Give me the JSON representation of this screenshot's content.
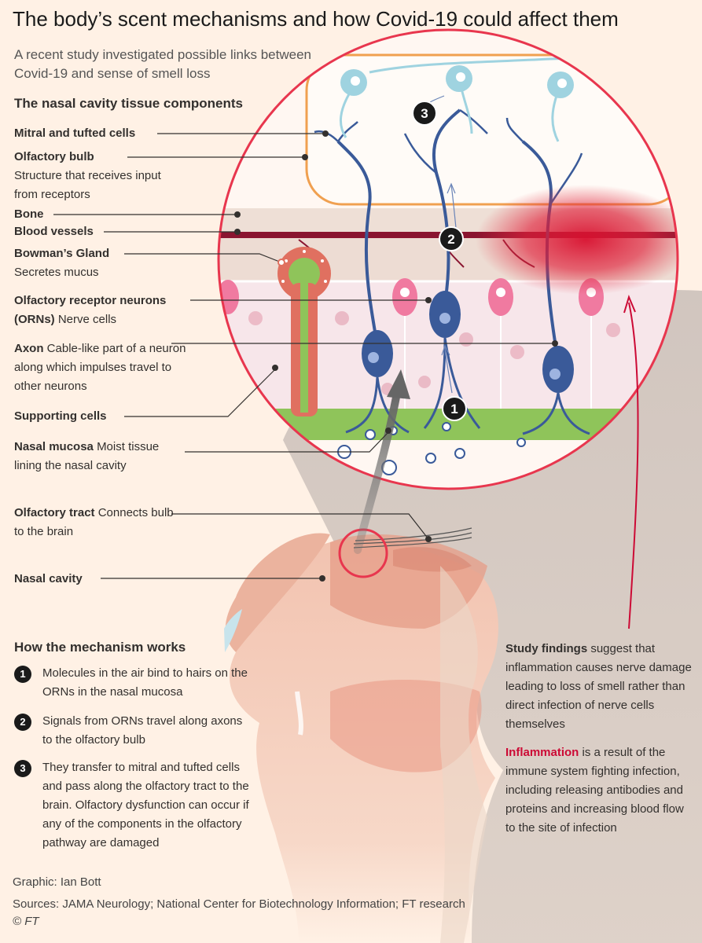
{
  "header": {
    "title": "The body’s scent mechanisms and how Covid-19 could affect them",
    "subtitle": "A recent study investigated possible links between Covid-19 and sense of smell loss"
  },
  "components": {
    "heading": "The nasal cavity tissue components",
    "mitral": {
      "name": "Mitral and tufted cells",
      "desc": ""
    },
    "bulb": {
      "name": "Olfactory bulb",
      "desc": "Structure that receives input from receptors"
    },
    "bone": {
      "name": "Bone"
    },
    "vessels": {
      "name": "Blood vessels"
    },
    "bowman": {
      "name": "Bowman’s Gland",
      "desc": "Secretes mucus"
    },
    "orn": {
      "name": "Olfactory receptor neurons (ORNs)",
      "desc": "Nerve cells"
    },
    "axon": {
      "name": "Axon",
      "desc": "Cable-like part of a neuron along which impulses travel to other neurons"
    },
    "supporting": {
      "name": "Supporting cells"
    },
    "mucosa": {
      "name": "Nasal mucosa",
      "desc": "Moist tissue lining the nasal cavity"
    },
    "tract": {
      "name": "Olfactory tract",
      "desc": "Connects bulb to the brain"
    },
    "cavity": {
      "name": "Nasal cavity"
    }
  },
  "markers": {
    "m1": "1",
    "m2": "2",
    "m3": "3"
  },
  "mechanism": {
    "heading": "How the mechanism works",
    "steps": [
      {
        "num": "1",
        "text": "Molecules in the air bind to hairs on the ORNs in the nasal mucosa"
      },
      {
        "num": "2",
        "text": "Signals from ORNs travel along axons to the olfactory bulb"
      },
      {
        "num": "3",
        "text": "They transfer to mitral and tufted cells and pass along the olfactory tract to the brain. Olfactory dysfunction can occur if any of the components in the olfactory pathway are damaged"
      }
    ]
  },
  "findings": {
    "lead": "Study findings",
    "text": " suggest that inflammation causes nerve damage leading to loss of smell rather than direct infection of nerve cells themselves"
  },
  "inflammation": {
    "lead": "Inflammation",
    "text": " is a result of the immune system fighting infection, including releasing antibodies and proteins and increasing blood flow to the site of infection"
  },
  "credits": {
    "graphic": "Graphic: Ian Bott",
    "sources": "Sources: JAMA Neurology; National Center for Biotechnology Information; FT research",
    "copyright": "© FT"
  },
  "colors": {
    "background": "#FFF1E5",
    "accent_red": "#CC0A35",
    "neuron_blue": "#3A5A99",
    "mitral_cyan": "#9FD3E0",
    "mucosa_green": "#8FC45A",
    "gland_red": "#E07060",
    "bulb_orange": "#F0A050"
  }
}
